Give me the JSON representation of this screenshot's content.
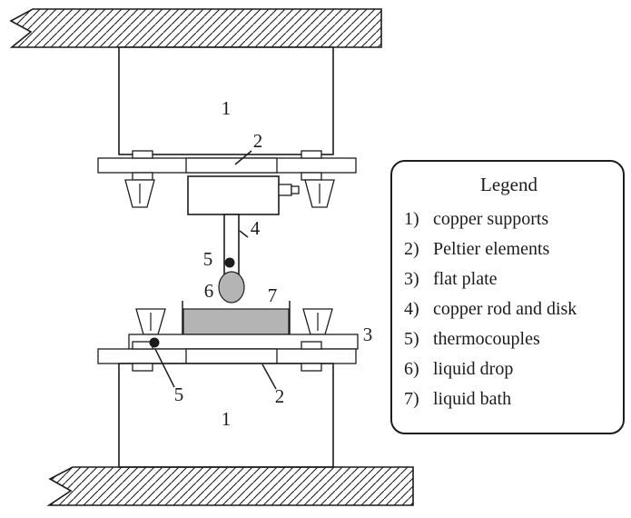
{
  "diagram": {
    "labels": {
      "upper_support": "1",
      "upper_peltier": "2",
      "copper_rod": "4",
      "upper_thermocouple": "5",
      "liquid_drop": "6",
      "liquid_bath": "7",
      "flat_plate": "3",
      "lower_thermocouple": "5",
      "lower_peltier": "2",
      "lower_support": "1"
    },
    "colors": {
      "line": "#1c1c1c",
      "liquid": "#b4b4b4",
      "background": "#ffffff"
    }
  },
  "legend": {
    "title": "Legend",
    "items": [
      {
        "number": "1)",
        "label": "copper supports"
      },
      {
        "number": "2)",
        "label": "Peltier elements"
      },
      {
        "number": "3)",
        "label": "flat plate"
      },
      {
        "number": "4)",
        "label": "copper rod and disk"
      },
      {
        "number": "5)",
        "label": "thermocouples"
      },
      {
        "number": "6)",
        "label": "liquid drop"
      },
      {
        "number": "7)",
        "label": "liquid bath"
      }
    ]
  }
}
